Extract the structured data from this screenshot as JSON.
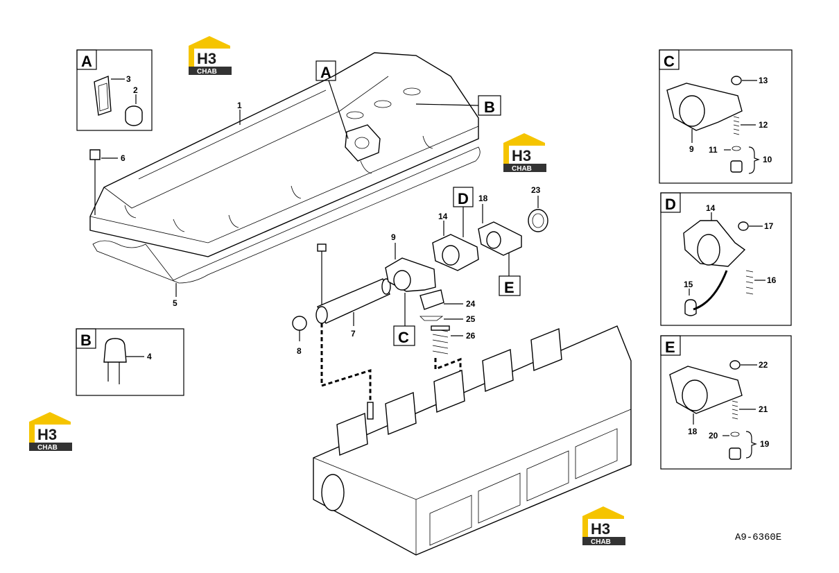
{
  "callouts": {
    "A": "A",
    "B": "B",
    "C": "C",
    "D": "D",
    "E": "E"
  },
  "part_numbers": {
    "p1": "1",
    "p2": "2",
    "p3": "3",
    "p4": "4",
    "p5": "5",
    "p6": "6",
    "p7": "7",
    "p8": "8",
    "p9": "9",
    "p9c": "9",
    "p10": "10",
    "p11": "11",
    "p12": "12",
    "p13": "13",
    "p14": "14",
    "p14d": "14",
    "p15": "15",
    "p16": "16",
    "p17": "17",
    "p18": "18",
    "p18e": "18",
    "p19": "19",
    "p20": "20",
    "p21": "21",
    "p22": "22",
    "p23": "23",
    "p24": "24",
    "p25": "25",
    "p26": "26"
  },
  "logo": {
    "mark": "H3",
    "sub": "CHAB",
    "color": "#f5c400"
  },
  "drawing_code": "A9-6360E"
}
